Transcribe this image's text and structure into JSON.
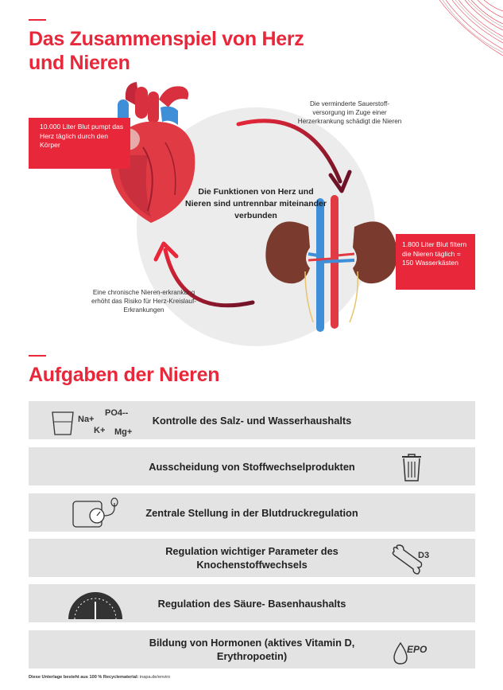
{
  "section1": {
    "title": "Das Zusammenspiel von Herz und Nieren",
    "center_text": "Die Funktionen von Herz und Nieren sind untrennbar miteinander verbunden",
    "heart_fact": "10.000 Liter Blut pumpt das Herz täglich durch den Körper",
    "kidney_fact": "1.800 Liter Blut filtern die Nieren täglich = 150 Wasserkästen",
    "note_top": "Die verminderte Sauerstoff-versorgung im Zuge einer Herzerkrankung schädigt die Nieren",
    "note_bottom": "Eine chronische Nieren-erkrankung erhöht das Risiko für Herz-Kreislauf-Erkrankungen"
  },
  "section2": {
    "title": "Aufgaben der Nieren",
    "tasks": [
      {
        "label": "Kontrolle des Salz- und Wasserhaushalts",
        "icon": "salt-water-icon",
        "icon_text": [
          "Na+",
          "PO4--",
          "K+",
          "Mg+"
        ]
      },
      {
        "label": "Ausscheidung von Stoffwechselprodukten",
        "icon": "trash-can-icon"
      },
      {
        "label": "Zentrale Stellung in der Blutdruckregulation",
        "icon": "blood-pressure-cuff-icon"
      },
      {
        "label": "Regulation wichtiger Parameter des Knochenstoffwechsels",
        "icon": "bone-icon",
        "icon_text": "D3"
      },
      {
        "label": "Regulation des Säure- Basenhaushalts",
        "icon": "ph-gauge-icon"
      },
      {
        "label": "Bildung von Hormonen (aktives Vitamin D, Erythropoetin)",
        "icon": "drop-icon",
        "icon_text": "EPO"
      }
    ]
  },
  "footer": {
    "bold": "Diese Unterlage besteht aus 100 % Recyclematerial:",
    "text": " inapa.de/enviro"
  },
  "colors": {
    "accent": "#e8273a",
    "box_bg": "#e3e3e3",
    "circle_bg": "#ececec"
  }
}
